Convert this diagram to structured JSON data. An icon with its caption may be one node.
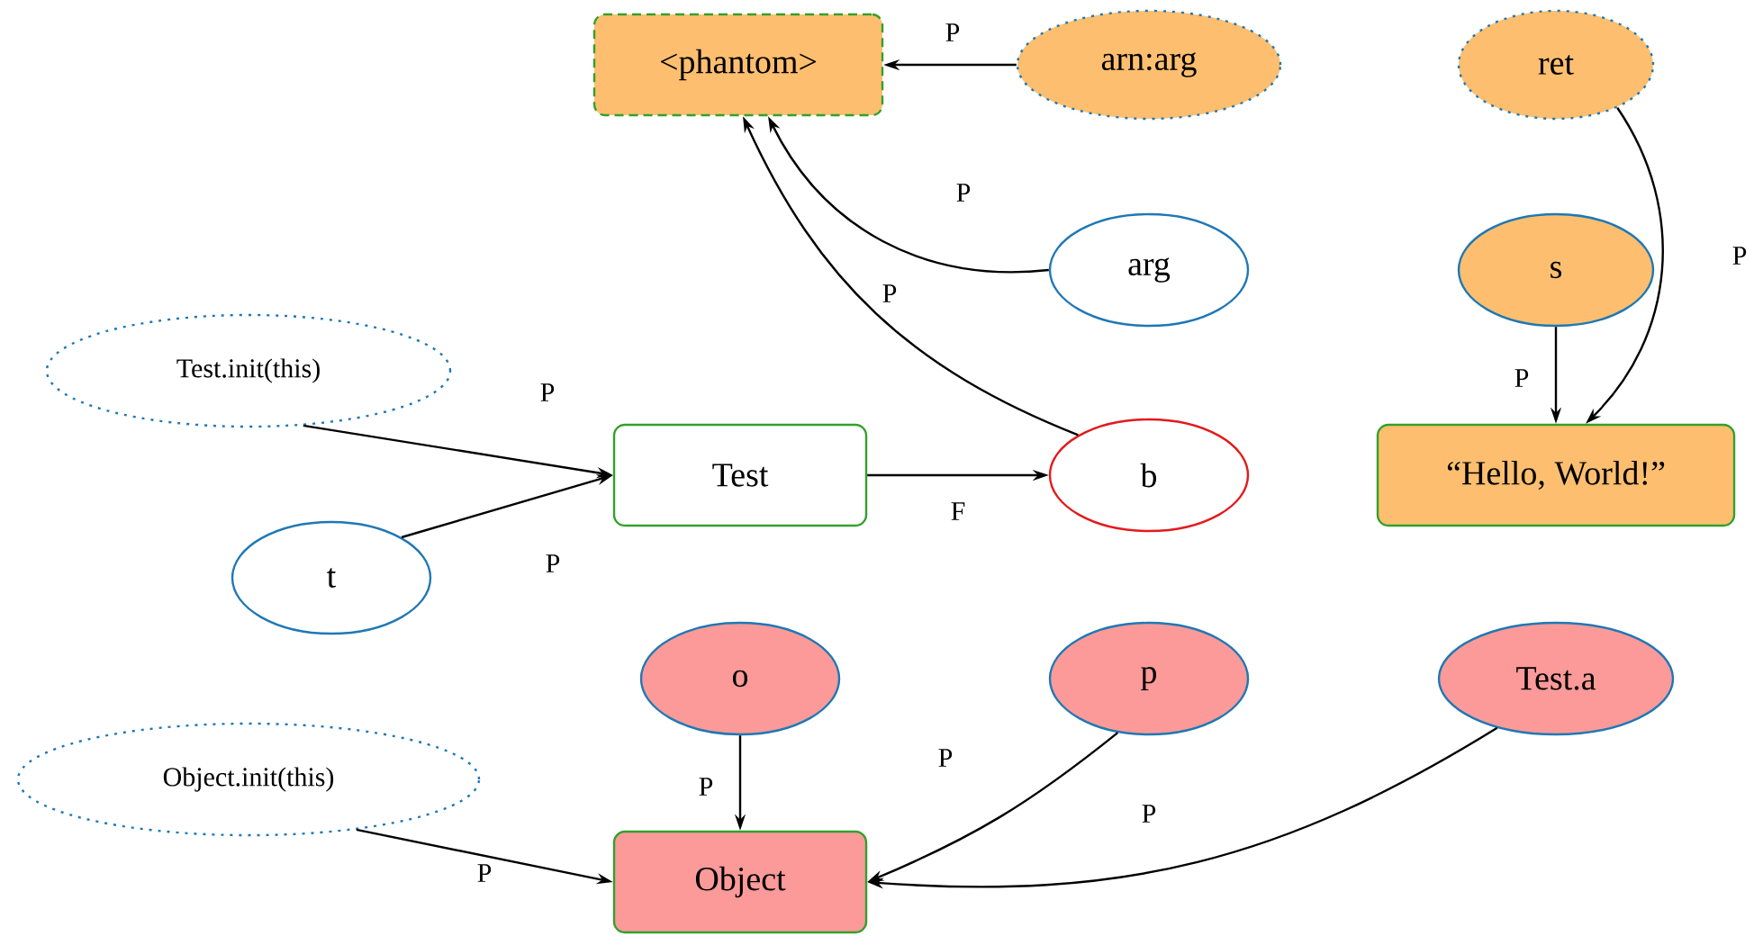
{
  "diagram": {
    "nodes": [
      {
        "text": [
          "<phantom>"
        ]
      },
      {
        "text": [
          "arn:arg"
        ]
      },
      {
        "text": [
          "ret"
        ]
      },
      {
        "text": [
          "arg"
        ]
      },
      {
        "text": [
          "s"
        ]
      },
      {
        "text": [
          "Test.init(this)"
        ]
      },
      {
        "text": [
          "Test"
        ]
      },
      {
        "text": [
          "b"
        ]
      },
      {
        "text": [
          "“Hello, World!”"
        ]
      },
      {
        "text": [
          "t"
        ]
      },
      {
        "text": [
          "o"
        ]
      },
      {
        "text": [
          "p"
        ]
      },
      {
        "text": [
          "Test.a"
        ]
      },
      {
        "text": [
          "Object.init(this)"
        ]
      },
      {
        "text": [
          "Object"
        ]
      }
    ],
    "edges": [
      {
        "from": 1,
        "to": 0,
        "arrow": "to",
        "label": "P"
      },
      {
        "from": 3,
        "to": 0,
        "arrow": "to",
        "label": "P"
      },
      {
        "from": 7,
        "to": 0,
        "arrow": "to",
        "label": "P"
      },
      {
        "from": 2,
        "to": 8,
        "arrow": "to",
        "label": "P"
      },
      {
        "from": 4,
        "to": 8,
        "arrow": "to",
        "label": "P"
      },
      {
        "from": 5,
        "to": 6,
        "arrow": "to",
        "label": "P"
      },
      {
        "from": 9,
        "to": 6,
        "arrow": "to",
        "label": "P"
      },
      {
        "from": 6,
        "to": 7,
        "arrow": "to",
        "label": "F"
      },
      {
        "from": 10,
        "to": 14,
        "arrow": "to",
        "label": "P"
      },
      {
        "from": 11,
        "to": 14,
        "arrow": "to",
        "label": "P"
      },
      {
        "from": 12,
        "to": 14,
        "arrow": "to",
        "label": "P"
      },
      {
        "from": 13,
        "to": 14,
        "arrow": "to",
        "label": "P"
      }
    ]
  }
}
